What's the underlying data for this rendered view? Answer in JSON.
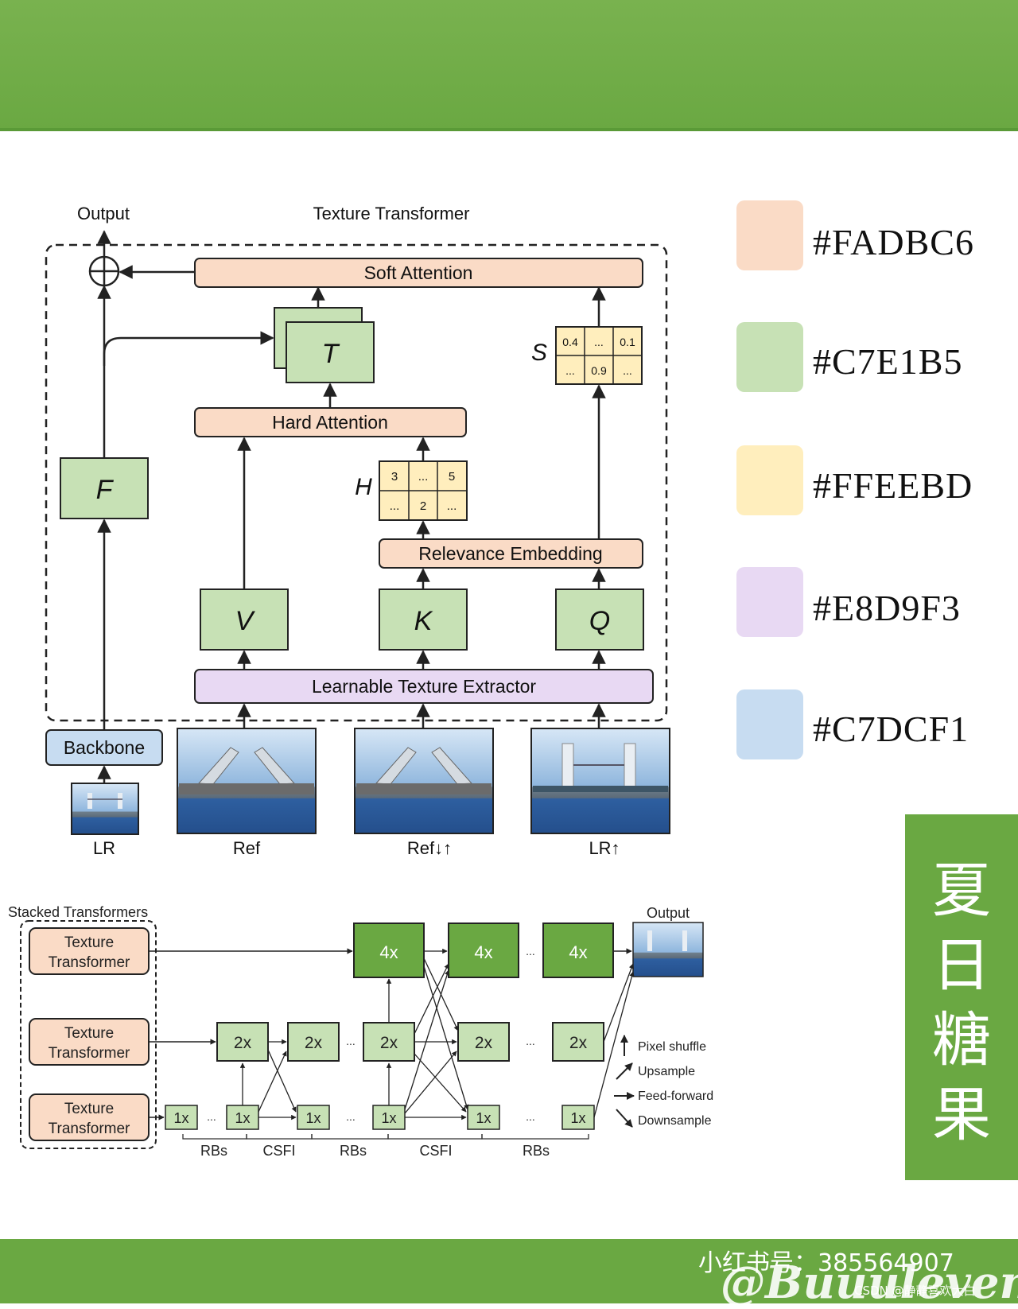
{
  "main": {
    "title": "Texture Transformer",
    "output_label": "Output",
    "blocks": {
      "soft_attention": "Soft Attention",
      "hard_attention": "Hard Attention",
      "relevance_embedding": "Relevance Embedding",
      "learnable_texture_extractor": "Learnable Texture Extractor",
      "backbone": "Backbone",
      "f": "F",
      "t": "T",
      "v": "V",
      "k": "K",
      "q": "Q",
      "s_label": "S",
      "h_label": "H"
    },
    "s_grid": [
      "0.4",
      "...",
      "0.1",
      "...",
      "0.9",
      "..."
    ],
    "h_grid": [
      "3",
      "...",
      "5",
      "...",
      "2",
      "..."
    ],
    "inputs": [
      "LR",
      "Ref",
      "Ref↓↑",
      "LR↑"
    ]
  },
  "stacked": {
    "title": "Stacked Transformers",
    "output_label": "Output",
    "transformers": [
      "Texture\nTransformer",
      "Texture\nTransformer",
      "Texture\nTransformer"
    ],
    "transformer_lines": [
      "Texture",
      "Transformer"
    ],
    "scale_4x": "4x",
    "scale_2x": "2x",
    "scale_1x": "1x",
    "ellipsis": "...",
    "bottom_labels": [
      "RBs",
      "CSFI",
      "RBs",
      "CSFI",
      "RBs"
    ],
    "legend": [
      "Pixel shuffle",
      "Upsample",
      "Feed-forward",
      "Downsample"
    ]
  },
  "palette": [
    {
      "hex": "#FADBC6",
      "color": "#FADBC6"
    },
    {
      "hex": "#C7E1B5",
      "color": "#C7E1B5"
    },
    {
      "hex": "#FFEEBD",
      "color": "#FFEEBD"
    },
    {
      "hex": "#E8D9F3",
      "color": "#E8D9F3"
    },
    {
      "hex": "#C7DCF1",
      "color": "#C7DCF1"
    }
  ],
  "side_title": [
    "夏",
    "日",
    "糖",
    "果"
  ],
  "footer": {
    "handle": "小红书号：385564907",
    "signature": "@Buuuleven.",
    "csdn": "CSDN @静静喜欢大白"
  }
}
